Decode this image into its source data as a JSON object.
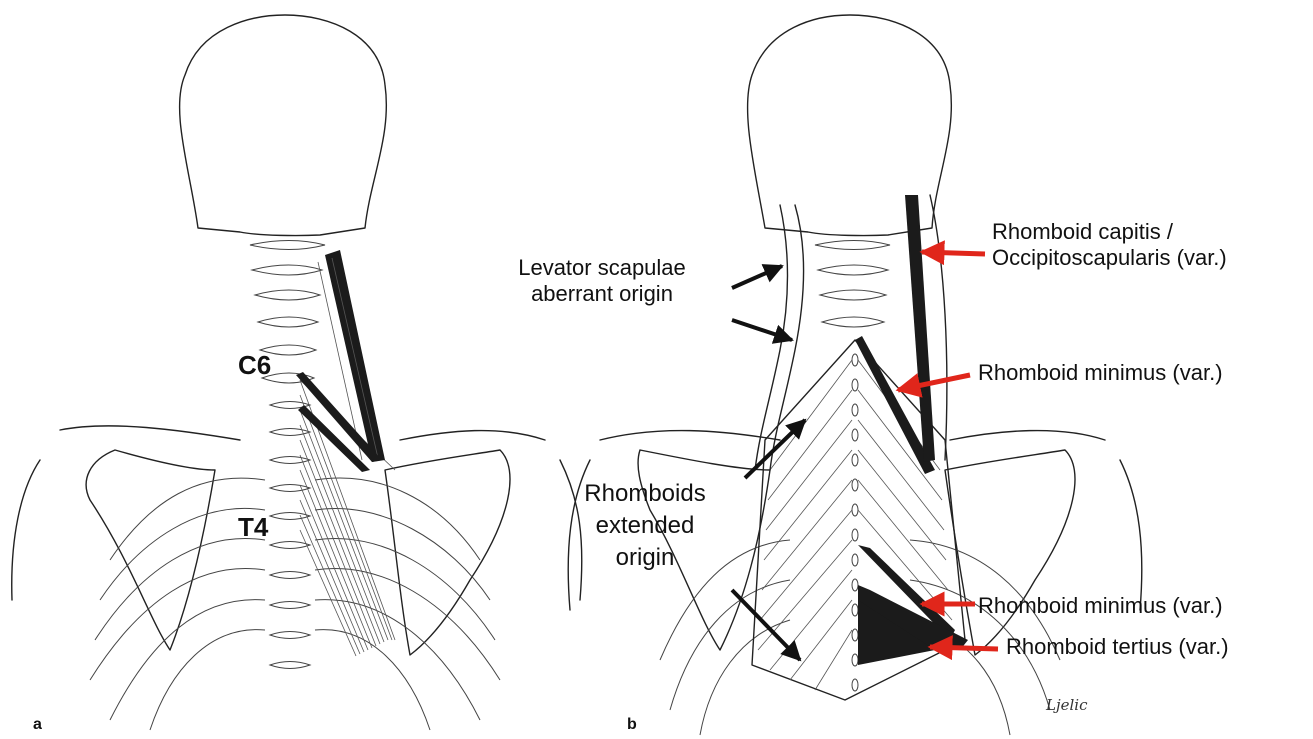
{
  "panels": {
    "a": "a",
    "b": "b"
  },
  "vertebra_labels": {
    "c6": "C6",
    "t4": "T4"
  },
  "labels": {
    "levator_line1": "Levator scapulae",
    "levator_line2": "aberrant origin",
    "rhomboids_line1": "Rhomboids",
    "rhomboids_line2": "extended",
    "rhomboids_line3": "origin",
    "capitis_line1": "Rhomboid capitis /",
    "capitis_line2": "Occipitoscapularis (var.)",
    "minimus_upper": "Rhomboid minimus (var.)",
    "minimus_lower": "Rhomboid minimus (var.)",
    "tertius": "Rhomboid tertius (var.)"
  },
  "signature": "Ljelic",
  "colors": {
    "black_arrow": "#111111",
    "red_arrow": "#e0261b",
    "ink": "#222222"
  }
}
